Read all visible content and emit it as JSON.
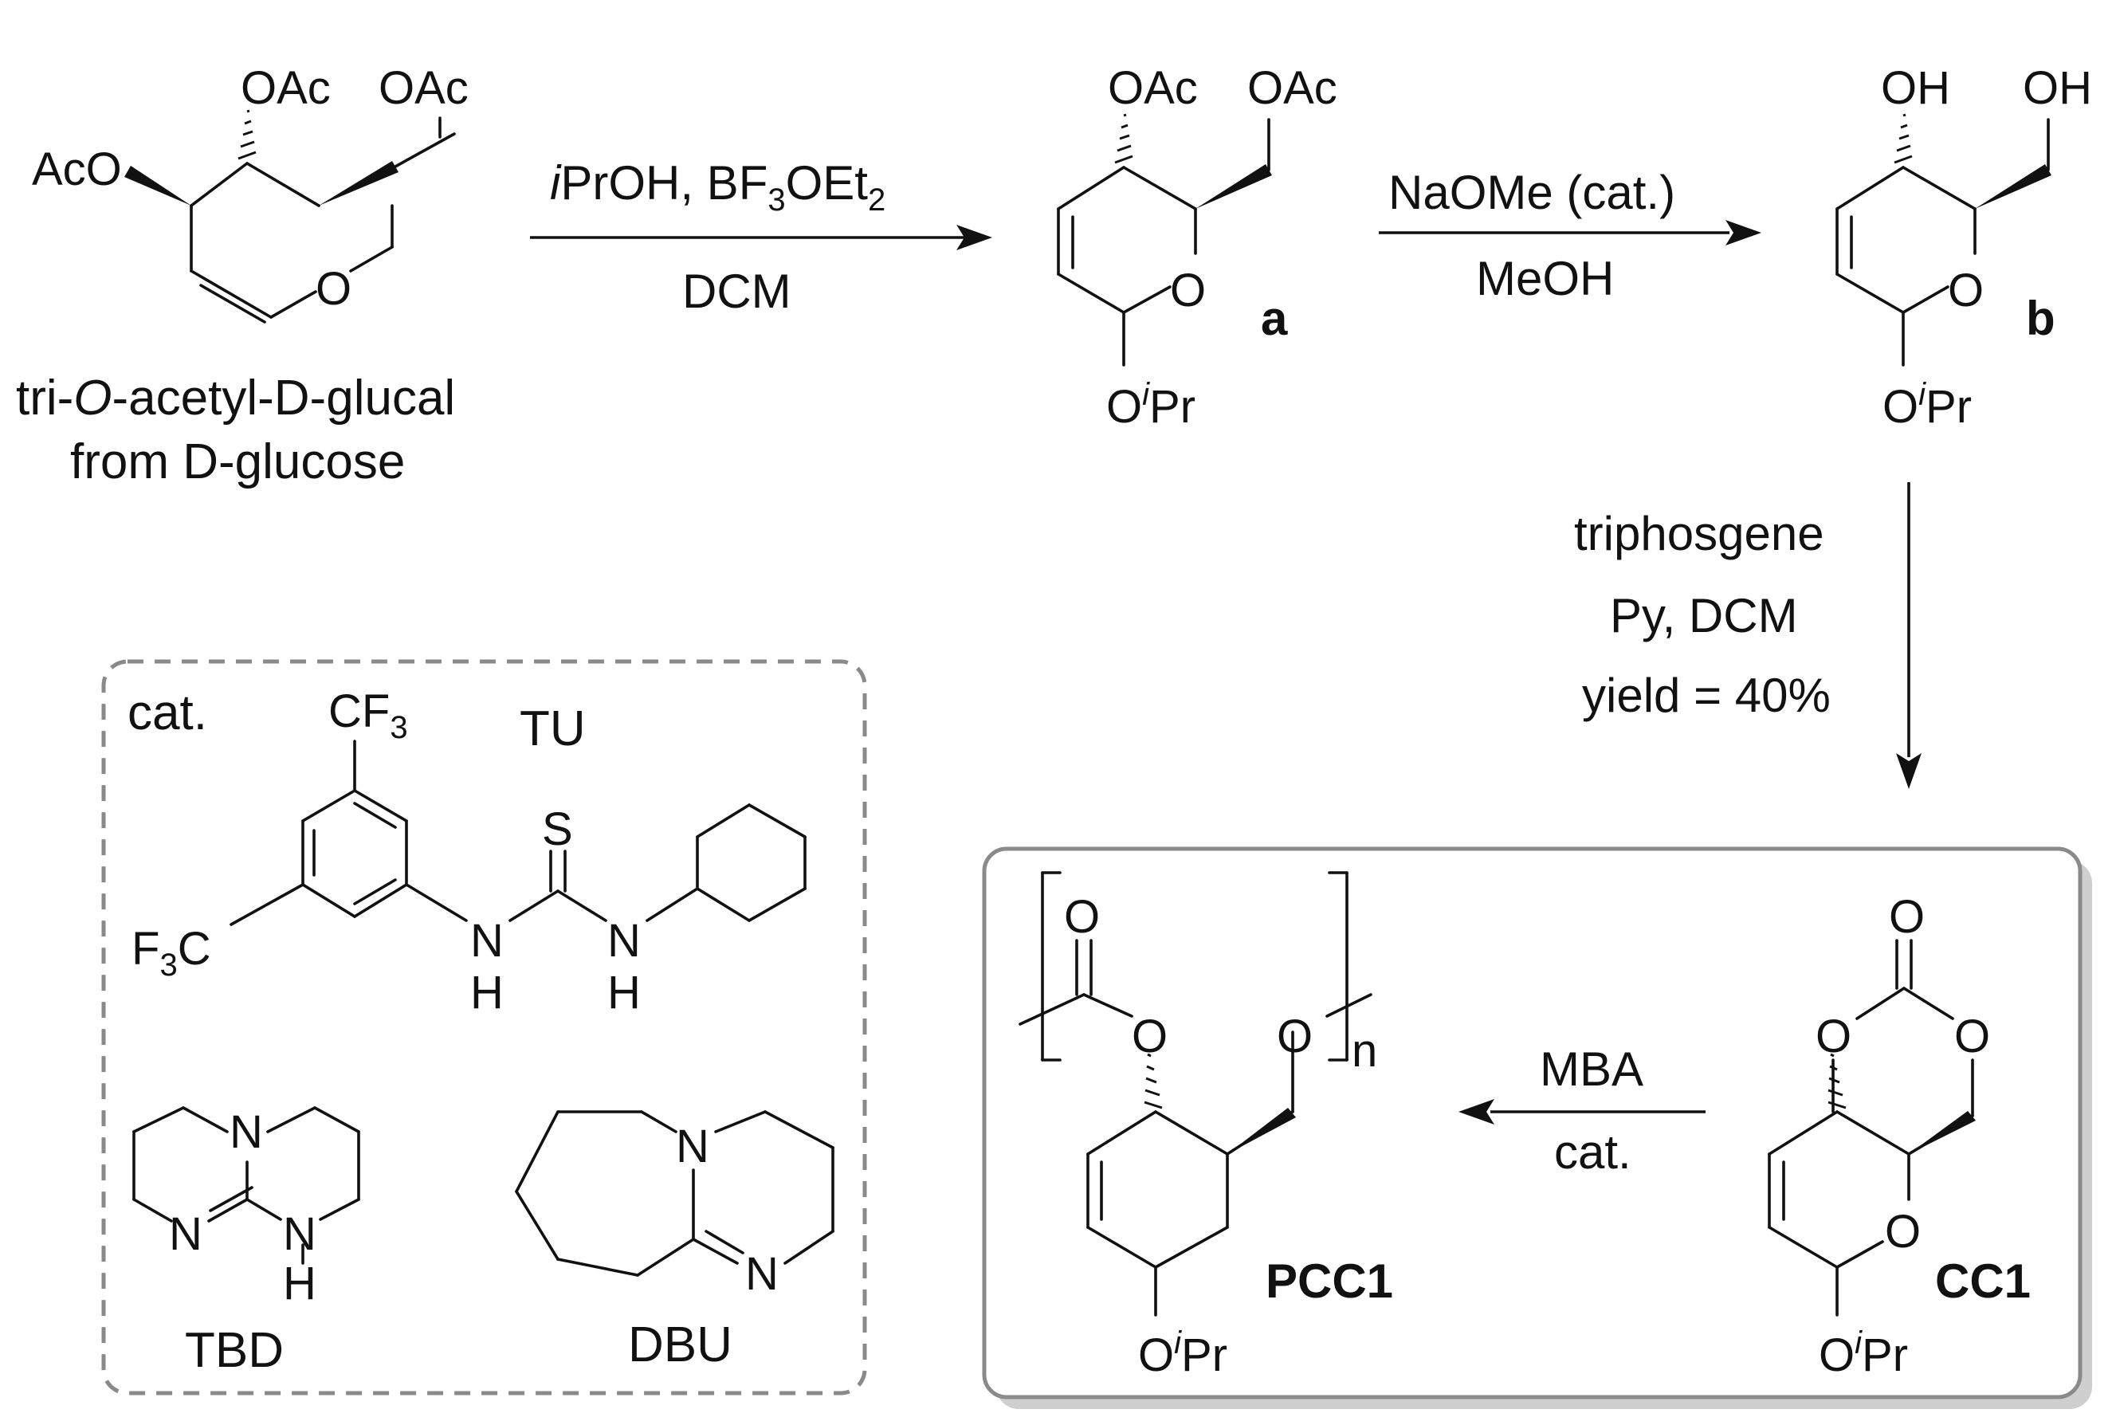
{
  "scheme": {
    "start": {
      "subs": {
        "o4": "AcO",
        "o3": "OAc",
        "o6": "OAc"
      },
      "caption_line1_a": "tri-",
      "caption_line1_b": "O",
      "caption_line1_c": "-acetyl-D-glucal",
      "caption_line2": "from D-glucose"
    },
    "step1": {
      "reagent_a": "i",
      "reagent_b": "PrOH, BF",
      "reagent_c": "3",
      "reagent_d": "OEt",
      "reagent_e": "2",
      "solvent": "DCM"
    },
    "compound_a": {
      "label": "a",
      "subs": {
        "o3": "OAc",
        "o6": "OAc"
      }
    },
    "step2": {
      "reagent": "NaOMe (cat.)",
      "solvent": "MeOH"
    },
    "compound_b": {
      "label": "b",
      "subs": {
        "o3": "OH",
        "o6": "OH"
      }
    },
    "step3": {
      "line1": "triphosgene",
      "line2": "Py, DCM",
      "line3": "yield = 40%"
    },
    "step4": {
      "line1": "MBA",
      "line2": "cat."
    },
    "monomer": {
      "label": "CC1"
    },
    "polymer": {
      "label": "PCC1",
      "repeat": "n"
    },
    "ring_o": "O",
    "oipr": {
      "o": "O",
      "i": "i",
      "pr": "Pr"
    },
    "catalysts": {
      "title": "cat.",
      "tu": {
        "name": "TU",
        "cf3_a": "CF",
        "cf3_b": "3",
        "f3c_a": "F",
        "f3c_b": "3",
        "f3c_c": "C",
        "s": "S",
        "n": "N",
        "h": "H"
      },
      "tbd": {
        "name": "TBD",
        "n": "N",
        "h": "H"
      },
      "dbu": {
        "name": "DBU",
        "n": "N"
      }
    }
  }
}
